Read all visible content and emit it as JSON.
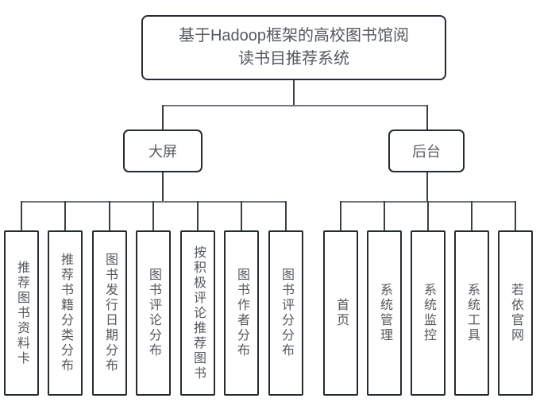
{
  "diagram": {
    "title_lines": [
      "基于Hadoop框架的高校图书馆阅",
      "读书目推荐系统"
    ],
    "branches": [
      {
        "label": "大屏",
        "children": [
          "推荐图书资料卡",
          "推荐书籍分类分布",
          "图书发行日期分布",
          "图书评论分布",
          "按积极评论推荐图书",
          "图书作者分布",
          "图书评分分布"
        ]
      },
      {
        "label": "后台",
        "children": [
          "首页",
          "系统管理",
          "系统监控",
          "系统工具",
          "若依官网"
        ]
      }
    ],
    "colors": {
      "box_border": "#242b33",
      "connector_vertical": "#3a4046",
      "connector_horizontal": "#70757b",
      "text": "#55595e",
      "background": "#ffffff"
    }
  }
}
